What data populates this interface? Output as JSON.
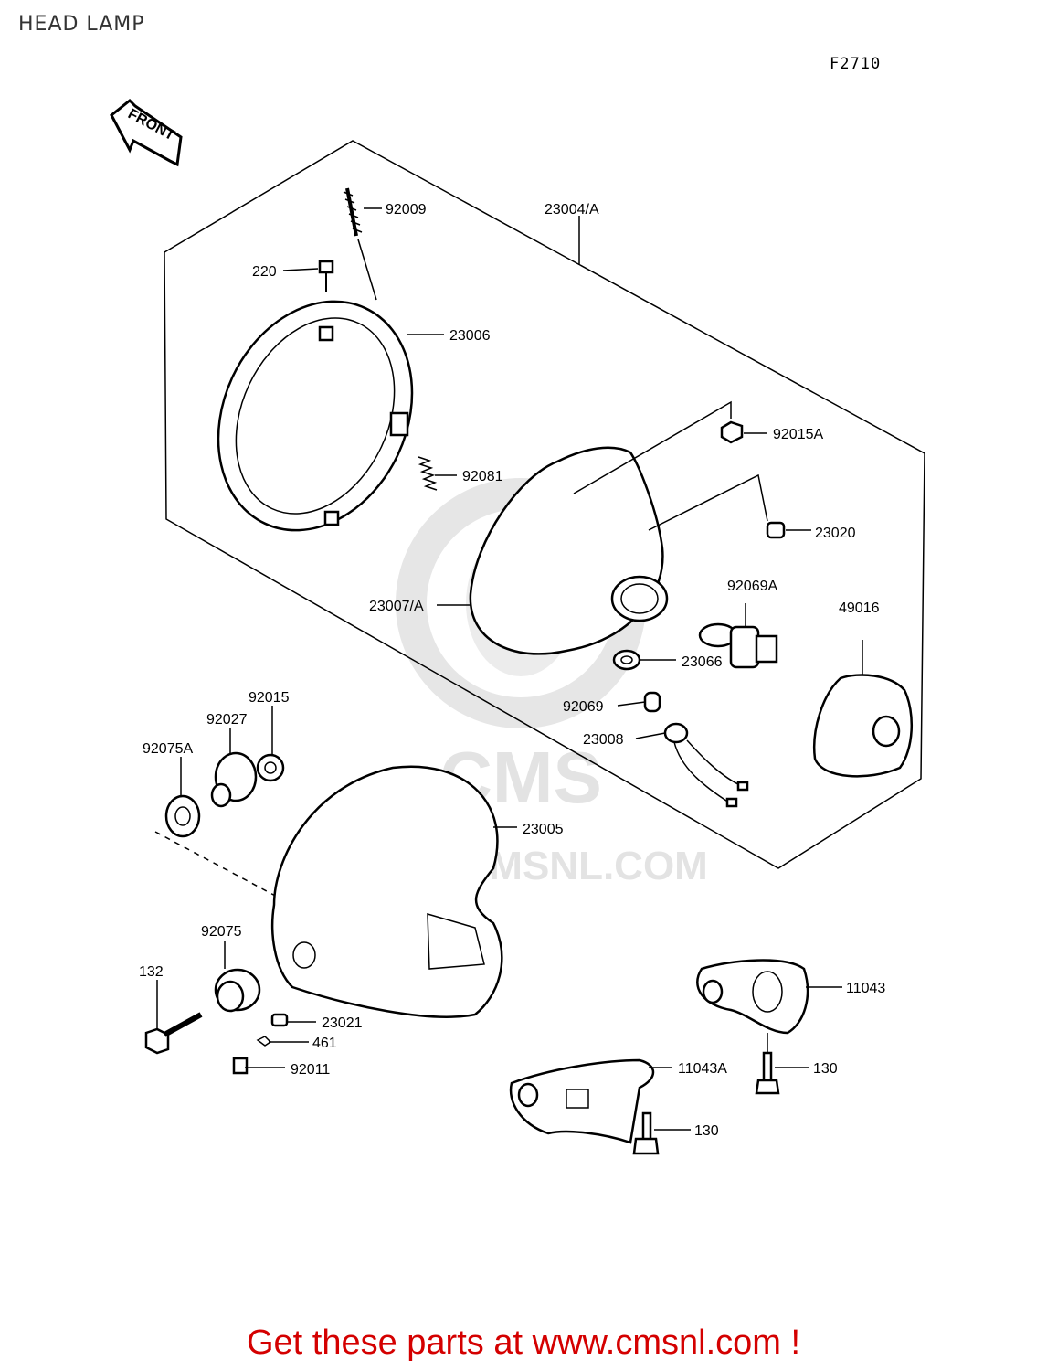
{
  "page": {
    "title": "HEAD LAMP",
    "diagram_code": "F2710",
    "front_marker": "FRONT",
    "watermark_site": "WWW.CMSNL.COM",
    "watermark_logo": "CMS",
    "promo_text": "Get these parts at www.cmsnl.com !",
    "promo_color": "#d40000"
  },
  "parts": {
    "p92009": "92009",
    "p23004A": "23004/A",
    "p220": "220",
    "p23006": "23006",
    "p92015A": "92015A",
    "p92081": "92081",
    "p23020": "23020",
    "p92069A": "92069A",
    "p49016": "49016",
    "p23007A": "23007/A",
    "p23066": "23066",
    "p92015": "92015",
    "p92027": "92027",
    "p92069": "92069",
    "p92075A": "92075A",
    "p23008": "23008",
    "p23005": "23005",
    "p92075": "92075",
    "p132": "132",
    "p11043": "11043",
    "p23021": "23021",
    "p461": "461",
    "p92011": "92011",
    "p11043A": "11043A",
    "p130a": "130",
    "p130b": "130"
  }
}
